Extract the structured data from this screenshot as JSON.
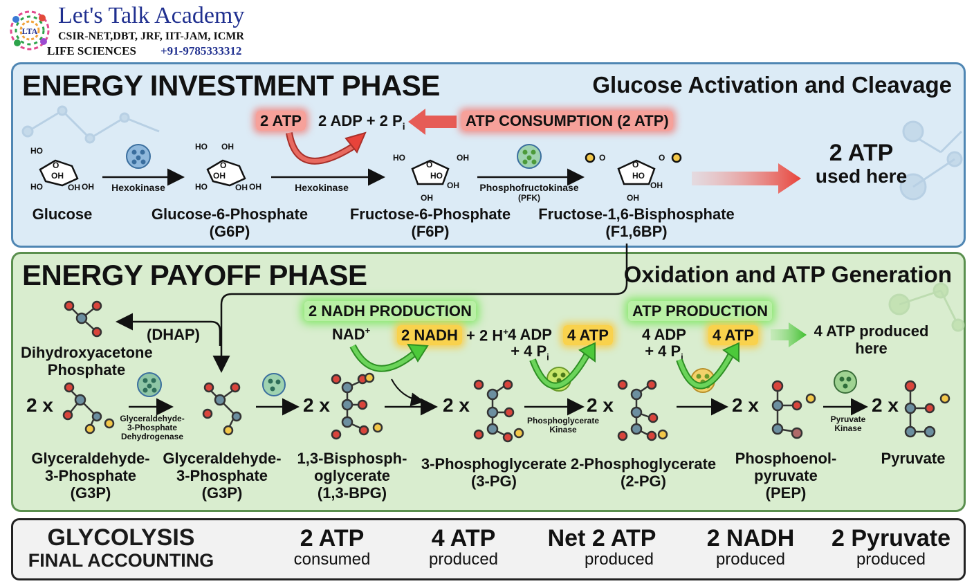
{
  "logo": {
    "name": "Let's Talk Academy",
    "line1": "CSIR-NET,DBT, JRF, IIT-JAM, ICMR",
    "line2": "LIFE SCIENCES",
    "phone": "+91-9785333312",
    "badge": "LTA"
  },
  "investment": {
    "title": "ENERGY INVESTMENT PHASE",
    "subtitle": "Glucose Activation and Cleavage",
    "atp_in": "2 ATP",
    "adp_out": "2 ADP + 2 P",
    "pi_sub": "i",
    "consumption": "ATP CONSUMPTION (2 ATP)",
    "used_line1": "2 ATP",
    "used_line2": "used here",
    "molecules": [
      {
        "name": "Glucose",
        "abbr": ""
      },
      {
        "name": "Glucose-6-Phosphate",
        "abbr": "(G6P)"
      },
      {
        "name": "Fructose-6-Phosphate",
        "abbr": "(F6P)"
      },
      {
        "name": "Fructose-1,6-Bisphosphate",
        "abbr": "(F1,6BP)"
      }
    ],
    "enzymes": [
      {
        "name": "Hexokinase",
        "sub": ""
      },
      {
        "name": "Hexokinase",
        "sub": ""
      },
      {
        "name": "Phosphofructokinase",
        "sub": "(PFK)"
      }
    ]
  },
  "payoff": {
    "title": "ENERGY PAYOFF PHASE",
    "subtitle": "Oxidation and ATP Generation",
    "dhap_abbr": "(DHAP)",
    "dhap_name_1": "Dihydroxyacetone",
    "dhap_name_2": "Phosphate",
    "nadh_title": "2 NADH PRODUCTION",
    "nad": "NAD",
    "nad_sup": "+",
    "nadh_out": "2 NADH",
    "h_out": "+ 2 H",
    "h_sup": "+",
    "atp_title": "ATP PRODUCTION",
    "adp1": "4 ADP",
    "pi1": "+ 4 P",
    "atp1": "4 ATP",
    "adp2": "4 ADP",
    "pi2": "+ 4 P",
    "atp2": "4 ATP",
    "pi_sub": "i",
    "produced_line1": "4 ATP produced",
    "produced_line2": "here",
    "multiplier": "2 x",
    "molecules": [
      {
        "l1": "Glyceraldehyde-",
        "l2": "3-Phosphate",
        "l3": "(G3P)"
      },
      {
        "l1": "Glyceraldehyde-",
        "l2": "3-Phosphate",
        "l3": "(G3P)"
      },
      {
        "l1": "1,3-Bisphosph-",
        "l2": "oglycerate",
        "l3": "(1,3-BPG)"
      },
      {
        "l1": "3-Phosphoglycerate",
        "l2": "(3-PG)",
        "l3": ""
      },
      {
        "l1": "2-Phosphoglycerate",
        "l2": "(2-PG)",
        "l3": ""
      },
      {
        "l1": "Phosphoenol-",
        "l2": "pyruvate",
        "l3": "(PEP)"
      },
      {
        "l1": "Pyruvate",
        "l2": "",
        "l3": ""
      }
    ],
    "enzymes": [
      {
        "l1": "Glyceraldehyde-",
        "l2": "3-Phosphate",
        "l3": "Dehydrogenase"
      },
      {
        "l1": "Phosphoglycerate",
        "l2": "Kinase"
      },
      {
        "l1": "Pyruvate",
        "l2": "Kinase"
      }
    ]
  },
  "accounting": {
    "title1": "GLYCOLYSIS",
    "title2": "FINAL ACCOUNTING",
    "items": [
      {
        "value": "2 ATP",
        "label": "consumed"
      },
      {
        "value": "4 ATP",
        "label": "produced"
      },
      {
        "value": "Net 2 ATP",
        "label": "produced"
      },
      {
        "value": "2 NADH",
        "label": "produced"
      },
      {
        "value": "2 Pyruvate",
        "label": "produced"
      }
    ]
  },
  "colors": {
    "investment_bg": "#dcebf6",
    "payoff_bg": "#d9edcf",
    "red_arrow": "#e8433a",
    "green_arrow": "#4cc93a",
    "logo_blue": "#1f2f8f"
  }
}
